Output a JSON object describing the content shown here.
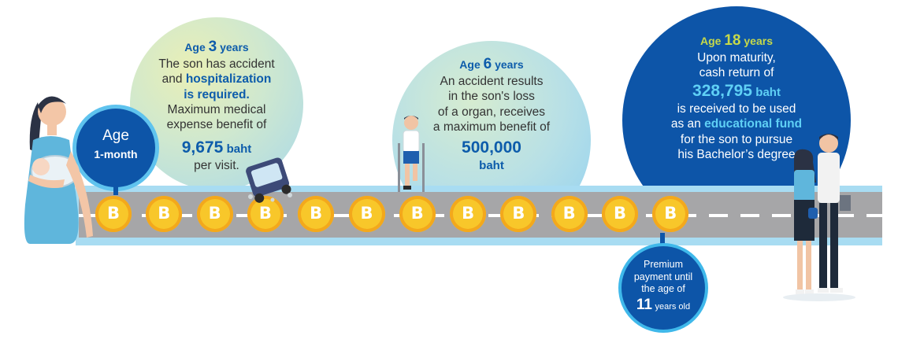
{
  "colors": {
    "dark_blue": "#0d55a8",
    "light_blue": "#5fc3ee",
    "coin": "#f8c72a",
    "road": "#a6a6a8",
    "accent_green": "#c6d94a",
    "accent_cyan": "#5fd0f5"
  },
  "start": {
    "age_word": "Age",
    "age_value": "1-month"
  },
  "event1": {
    "age_prefix": "Age",
    "age_num": "3",
    "age_unit": "years",
    "line1": "The son has accident",
    "line2_a": "and",
    "line2_b": "hospitalization",
    "line3": "is required.",
    "line4": "Maximum medical",
    "line5": "expense benefit of",
    "amount": "9,675",
    "amount_unit": "baht",
    "line7": "per visit."
  },
  "event2": {
    "age_prefix": "Age",
    "age_num": "6",
    "age_unit": "years",
    "line1": "An accident results",
    "line2": "in the son's loss",
    "line3": "of a organ, receives",
    "line4": "a maximum benefit of",
    "amount": "500,000",
    "amount_unit": "baht"
  },
  "event3": {
    "age_prefix": "Age",
    "age_num": "18",
    "age_unit": "years",
    "line1": "Upon maturity,",
    "line2": "cash return of",
    "amount": "328,795",
    "amount_unit": "baht",
    "line4": "is received to be used",
    "line5_a": "as an",
    "line5_b": "educational fund",
    "line6": "for the son to pursue",
    "line7": "his Bachelor’s degree"
  },
  "premium": {
    "line1": "Premium",
    "line2": "payment until",
    "line3": "the age of",
    "num": "11",
    "unit": "years old"
  },
  "coins": {
    "count": 12,
    "symbol": "B"
  },
  "icons": [
    "mother-with-baby-icon",
    "overturned-car-icon",
    "boy-on-crutches-icon",
    "young-couple-icon"
  ]
}
